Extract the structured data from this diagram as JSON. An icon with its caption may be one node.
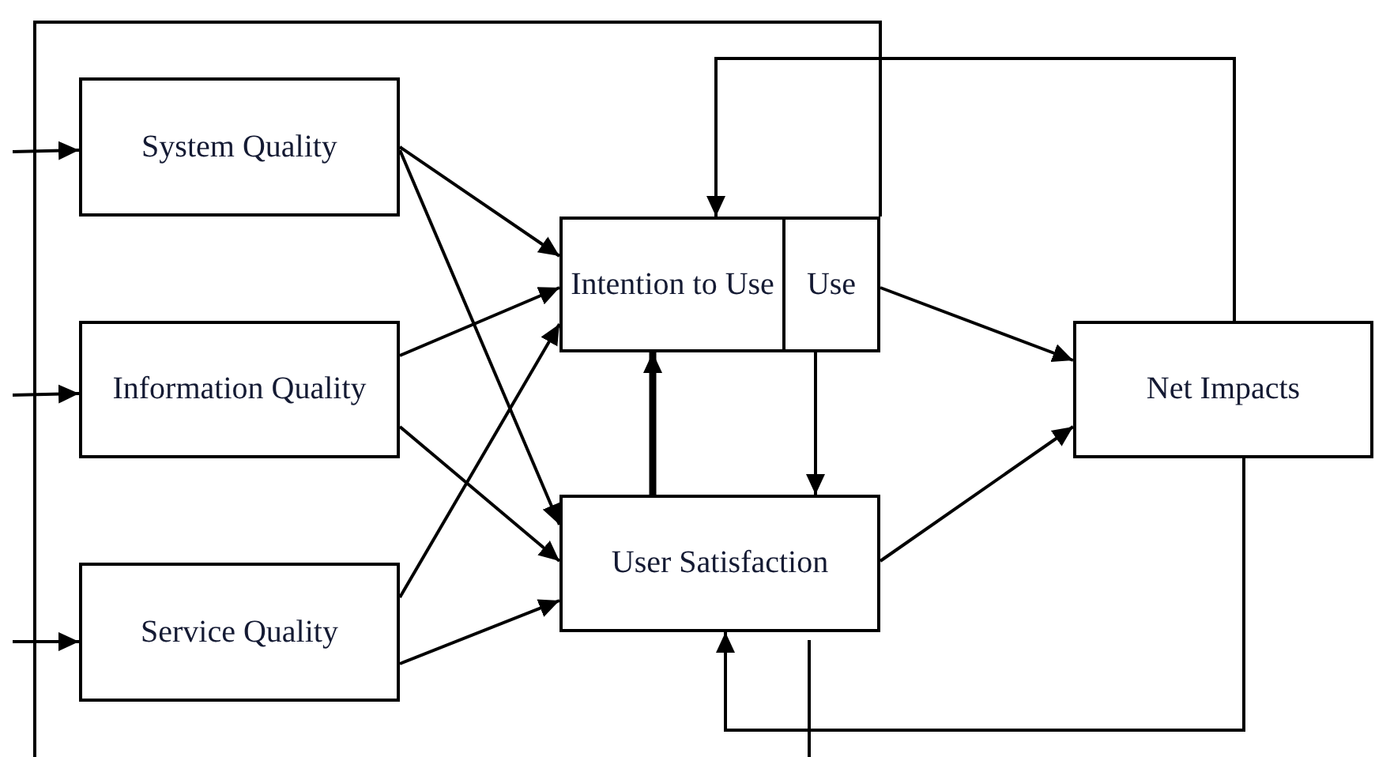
{
  "diagram": {
    "nodes": [
      {
        "text": [
          "System Quality"
        ]
      },
      {
        "text": [
          "Information Quality"
        ]
      },
      {
        "text": [
          "Service Quality"
        ]
      },
      {
        "text": [
          "Intention to Use"
        ]
      },
      {
        "text": [
          "Use"
        ]
      },
      {
        "text": [
          "User Satisfaction"
        ]
      },
      {
        "text": [
          "Net Impacts"
        ]
      }
    ],
    "edges": [
      {
        "from": null,
        "to": 0,
        "arrow": "to"
      },
      {
        "from": null,
        "to": 1,
        "arrow": "to"
      },
      {
        "from": null,
        "to": 2,
        "arrow": "to"
      },
      {
        "from": 0,
        "to": 3,
        "arrow": "to"
      },
      {
        "from": 0,
        "to": 5,
        "arrow": "to"
      },
      {
        "from": 1,
        "to": 3,
        "arrow": "to"
      },
      {
        "from": 1,
        "to": 5,
        "arrow": "to"
      },
      {
        "from": 2,
        "to": 3,
        "arrow": "to"
      },
      {
        "from": 2,
        "to": 5,
        "arrow": "to"
      },
      {
        "from": 5,
        "to": 3,
        "arrow": "to",
        "style": "thick"
      },
      {
        "from": 4,
        "to": 5,
        "arrow": "to"
      },
      {
        "from": 4,
        "to": 6,
        "arrow": "to"
      },
      {
        "from": 5,
        "to": 6,
        "arrow": "to"
      },
      {
        "from": 6,
        "to": 3,
        "arrow": "to"
      },
      {
        "from": 6,
        "to": 5,
        "arrow": "to"
      }
    ]
  }
}
